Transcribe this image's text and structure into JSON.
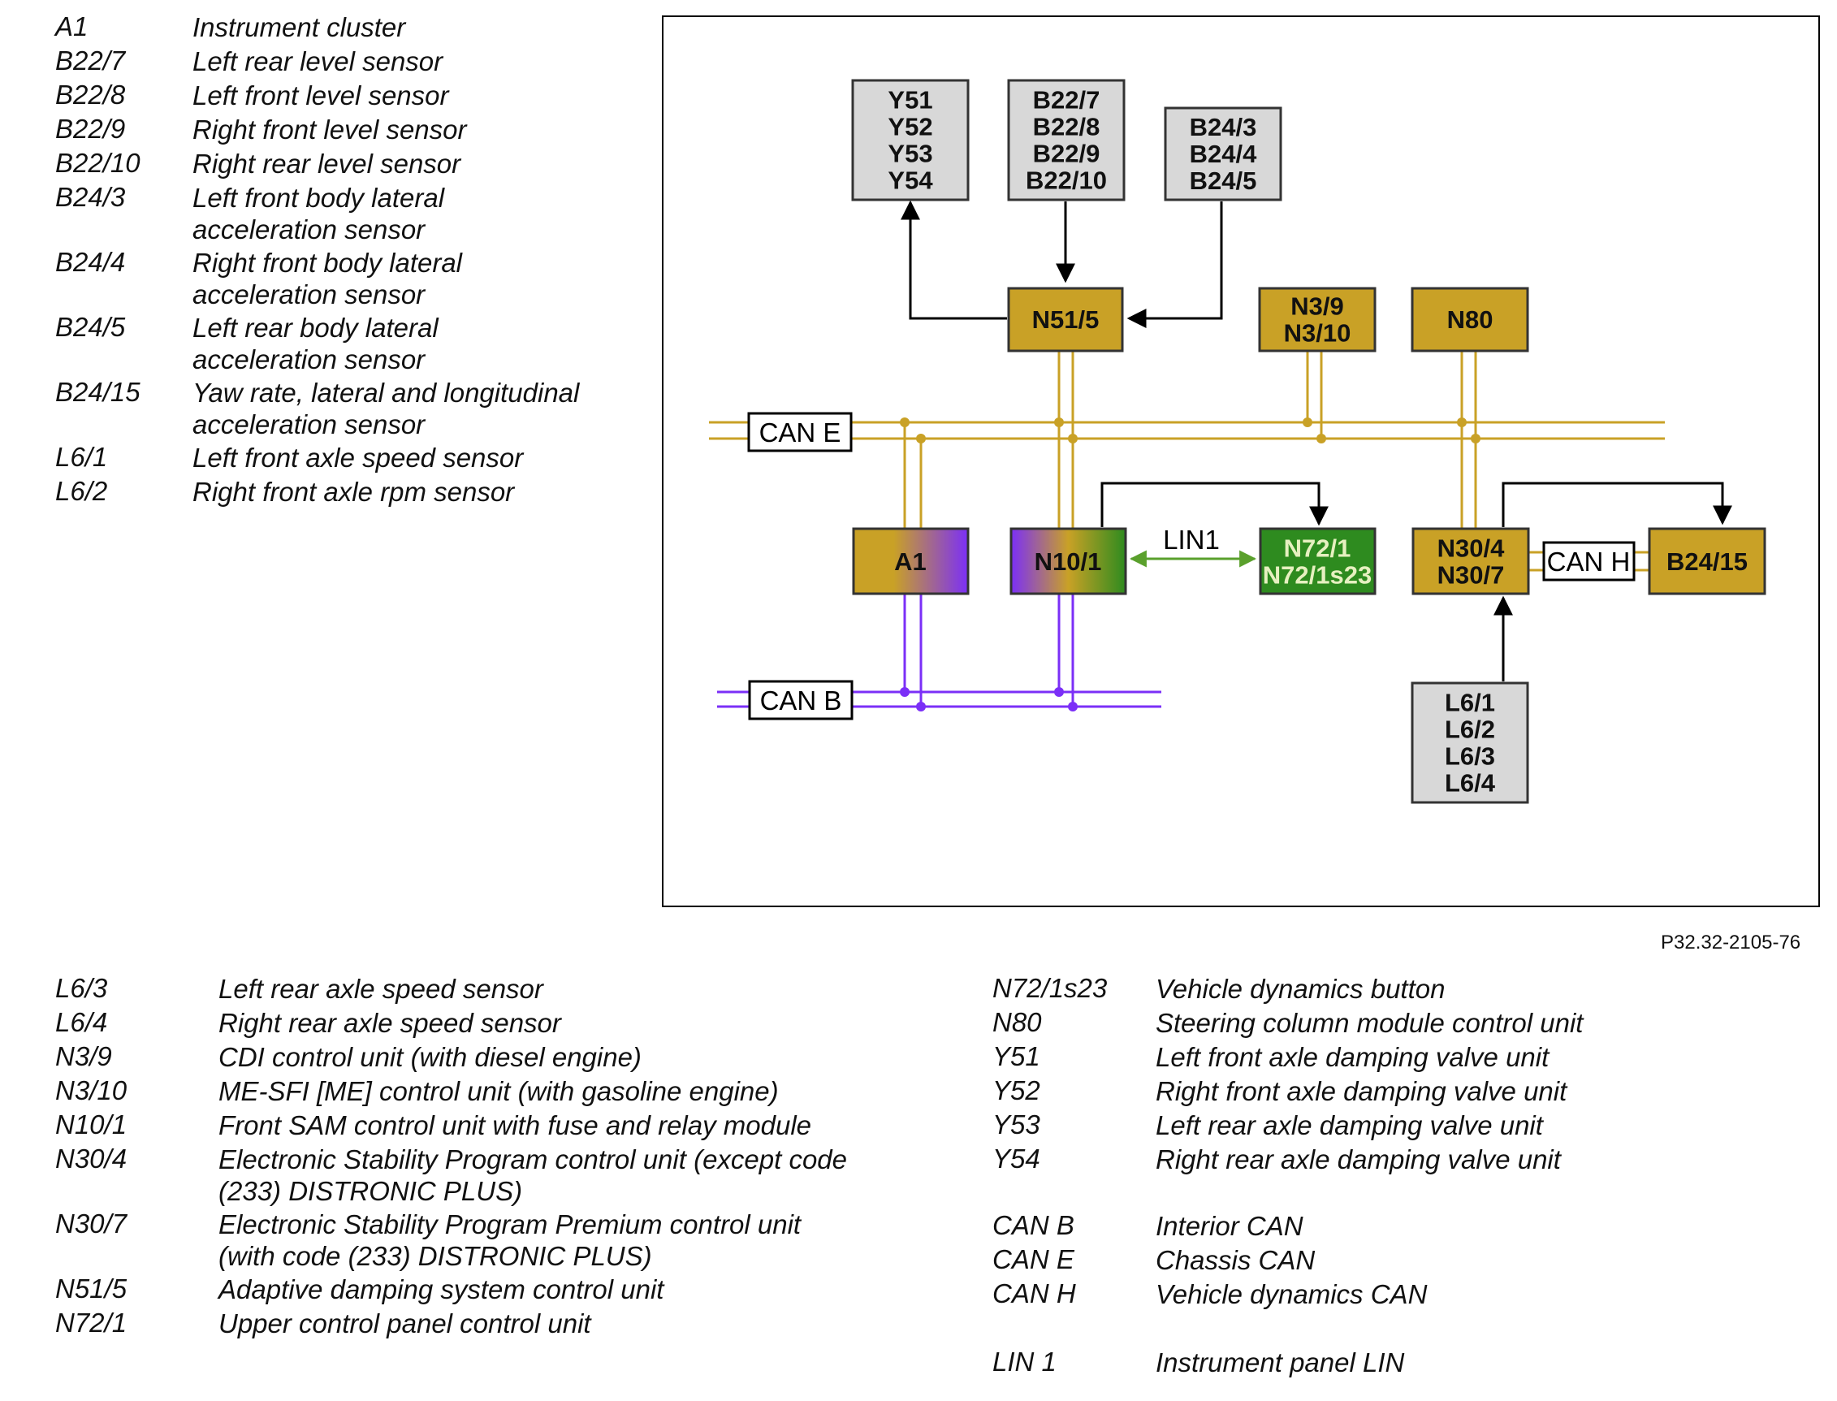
{
  "legend_top": [
    {
      "code": "A1",
      "desc": [
        "Instrument cluster"
      ]
    },
    {
      "code": "B22/7",
      "desc": [
        "Left rear level sensor"
      ]
    },
    {
      "code": "B22/8",
      "desc": [
        "Left front level sensor"
      ]
    },
    {
      "code": "B22/9",
      "desc": [
        "Right front level sensor"
      ]
    },
    {
      "code": "B22/10",
      "desc": [
        "Right rear level sensor"
      ]
    },
    {
      "code": "B24/3",
      "desc": [
        "Left front body lateral",
        "acceleration sensor"
      ]
    },
    {
      "code": "B24/4",
      "desc": [
        "Right front body lateral",
        "acceleration sensor"
      ]
    },
    {
      "code": "B24/5",
      "desc": [
        "Left rear body lateral",
        "acceleration sensor"
      ]
    },
    {
      "code": "B24/15",
      "desc": [
        "Yaw rate, lateral and longitudinal",
        "acceleration sensor"
      ]
    },
    {
      "code": "L6/1",
      "desc": [
        "Left front axle speed sensor"
      ]
    },
    {
      "code": "L6/2",
      "desc": [
        "Right front axle rpm sensor"
      ]
    }
  ],
  "legend_bottom_left": [
    {
      "code": "L6/3",
      "desc": [
        "Left rear axle speed sensor"
      ]
    },
    {
      "code": "L6/4",
      "desc": [
        "Right rear axle speed sensor"
      ]
    },
    {
      "code": "N3/9",
      "desc": [
        "CDI control unit (with diesel engine)"
      ]
    },
    {
      "code": "N3/10",
      "desc": [
        "ME-SFI [ME] control unit (with gasoline engine)"
      ]
    },
    {
      "code": "N10/1",
      "desc": [
        "Front SAM control unit with fuse and relay module"
      ]
    },
    {
      "code": "N30/4",
      "desc": [
        "Electronic Stability Program control unit (except code",
        "(233) DISTRONIC PLUS)"
      ]
    },
    {
      "code": "N30/7",
      "desc": [
        "Electronic Stability Program Premium control unit",
        "(with code (233) DISTRONIC PLUS)"
      ]
    },
    {
      "code": "N51/5",
      "desc": [
        "Adaptive damping system control unit"
      ]
    },
    {
      "code": "N72/1",
      "desc": [
        "Upper control panel control unit"
      ]
    }
  ],
  "legend_bottom_right": [
    {
      "code": "N72/1s23",
      "desc": [
        "Vehicle dynamics button"
      ]
    },
    {
      "code": "N80",
      "desc": [
        "Steering column module control unit"
      ]
    },
    {
      "code": "Y51",
      "desc": [
        "Left front axle damping valve unit"
      ]
    },
    {
      "code": "Y52",
      "desc": [
        "Right front axle damping valve unit"
      ]
    },
    {
      "code": "Y53",
      "desc": [
        "Left rear axle damping valve unit"
      ]
    },
    {
      "code": "Y54",
      "desc": [
        "Right rear axle damping valve unit"
      ]
    },
    {
      "code": "CAN B",
      "desc": [
        "Interior CAN"
      ]
    },
    {
      "code": "CAN E",
      "desc": [
        "Chassis CAN"
      ]
    },
    {
      "code": "CAN H",
      "desc": [
        "Vehicle dynamics CAN"
      ]
    },
    {
      "code": "LIN 1",
      "desc": [
        "Instrument panel LIN"
      ]
    }
  ],
  "diagram": {
    "figure_ref": "P32.32-2105-76",
    "boxes": {
      "y_valves": [
        "Y51",
        "Y52",
        "Y53",
        "Y54"
      ],
      "level_sensors": [
        "B22/7",
        "B22/8",
        "B22/9",
        "B22/10"
      ],
      "accel_sensors": [
        "B24/3",
        "B24/4",
        "B24/5"
      ],
      "n51_5": [
        "N51/5"
      ],
      "engine": [
        "N3/9",
        "N3/10"
      ],
      "n80": [
        "N80"
      ],
      "a1": [
        "A1"
      ],
      "n10_1": [
        "N10/1"
      ],
      "n72": [
        "N72/1",
        "N72/1s23"
      ],
      "esp": [
        "N30/4",
        "N30/7"
      ],
      "yaw": [
        "B24/15"
      ],
      "speed_sensors": [
        "L6/1",
        "L6/2",
        "L6/3",
        "L6/4"
      ]
    },
    "bus_labels": {
      "can_e": "CAN E",
      "can_b": "CAN B",
      "can_h": "CAN H",
      "lin1": "LIN1"
    },
    "colors": {
      "gold_box": "#c9a126",
      "gold_wire": "#c9a126",
      "gray_box": "#d8d8d8",
      "purple": "#7b2ff7",
      "green_box": "#2e8b1f",
      "green_wire": "#5aa02c"
    }
  }
}
